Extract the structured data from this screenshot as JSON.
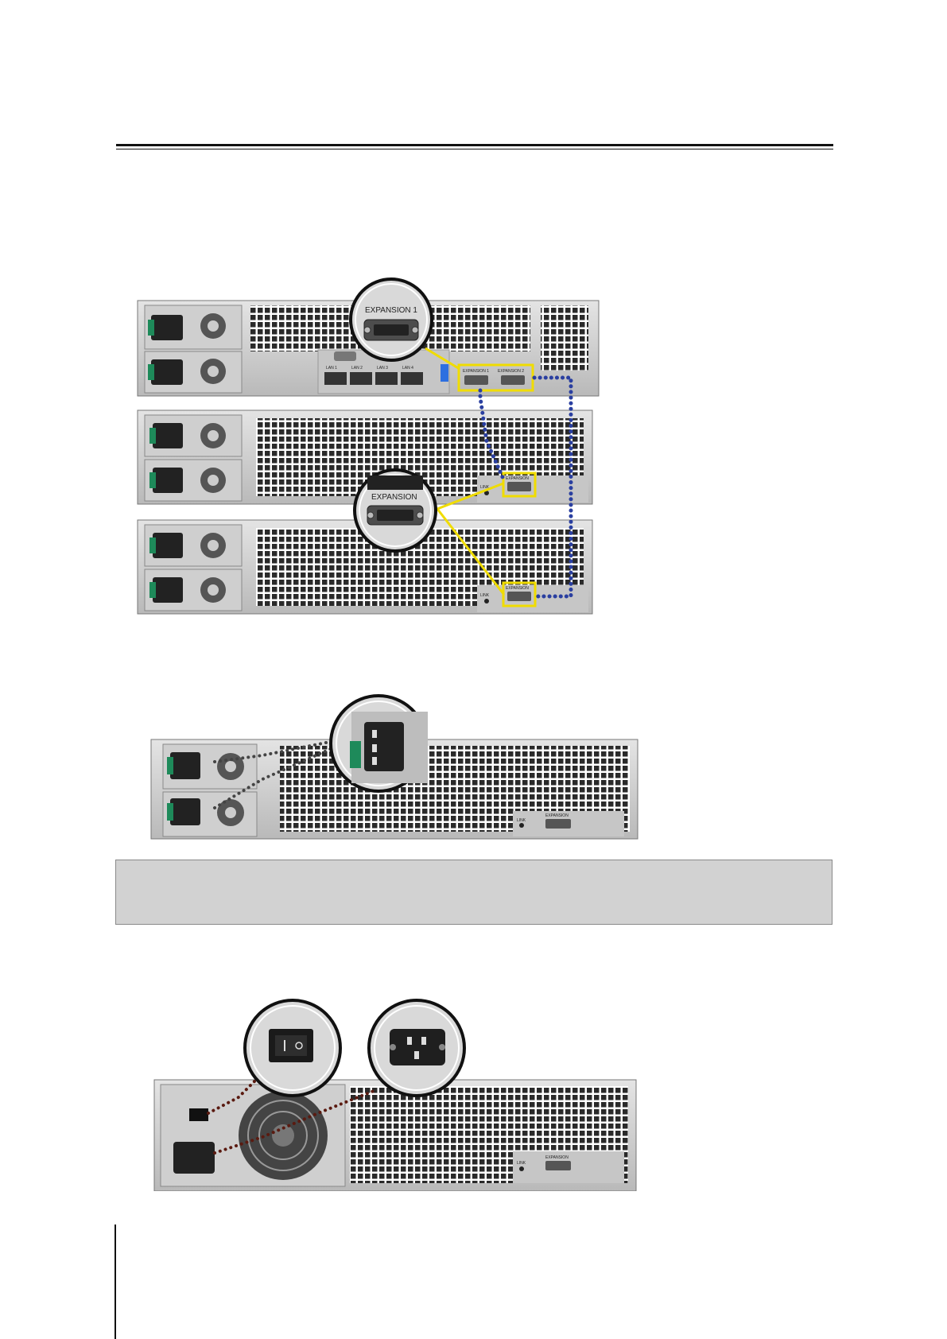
{
  "figure1": {
    "zoom_top_label": "EXPANSION 1",
    "zoom_mid_label": "EXPANSION",
    "main_ports": [
      "EXPANSION 1",
      "EXPANSION 2"
    ],
    "lan_labels": [
      "LAN 1",
      "LAN 2",
      "LAN 3",
      "LAN 4"
    ],
    "unit_port_label": "EXPANSION",
    "link_label": "LINK",
    "colors": {
      "highlight": "#f0dc00",
      "cable": "#2a3fa0"
    }
  },
  "figure2": {
    "unit_port_label": "EXPANSION",
    "link_label": "LINK",
    "icon": "power-socket-icon"
  },
  "figure3": {
    "unit_port_label": "EXPANSION",
    "link_label": "LINK",
    "icons": [
      "power-switch-icon",
      "power-socket-icon"
    ]
  }
}
